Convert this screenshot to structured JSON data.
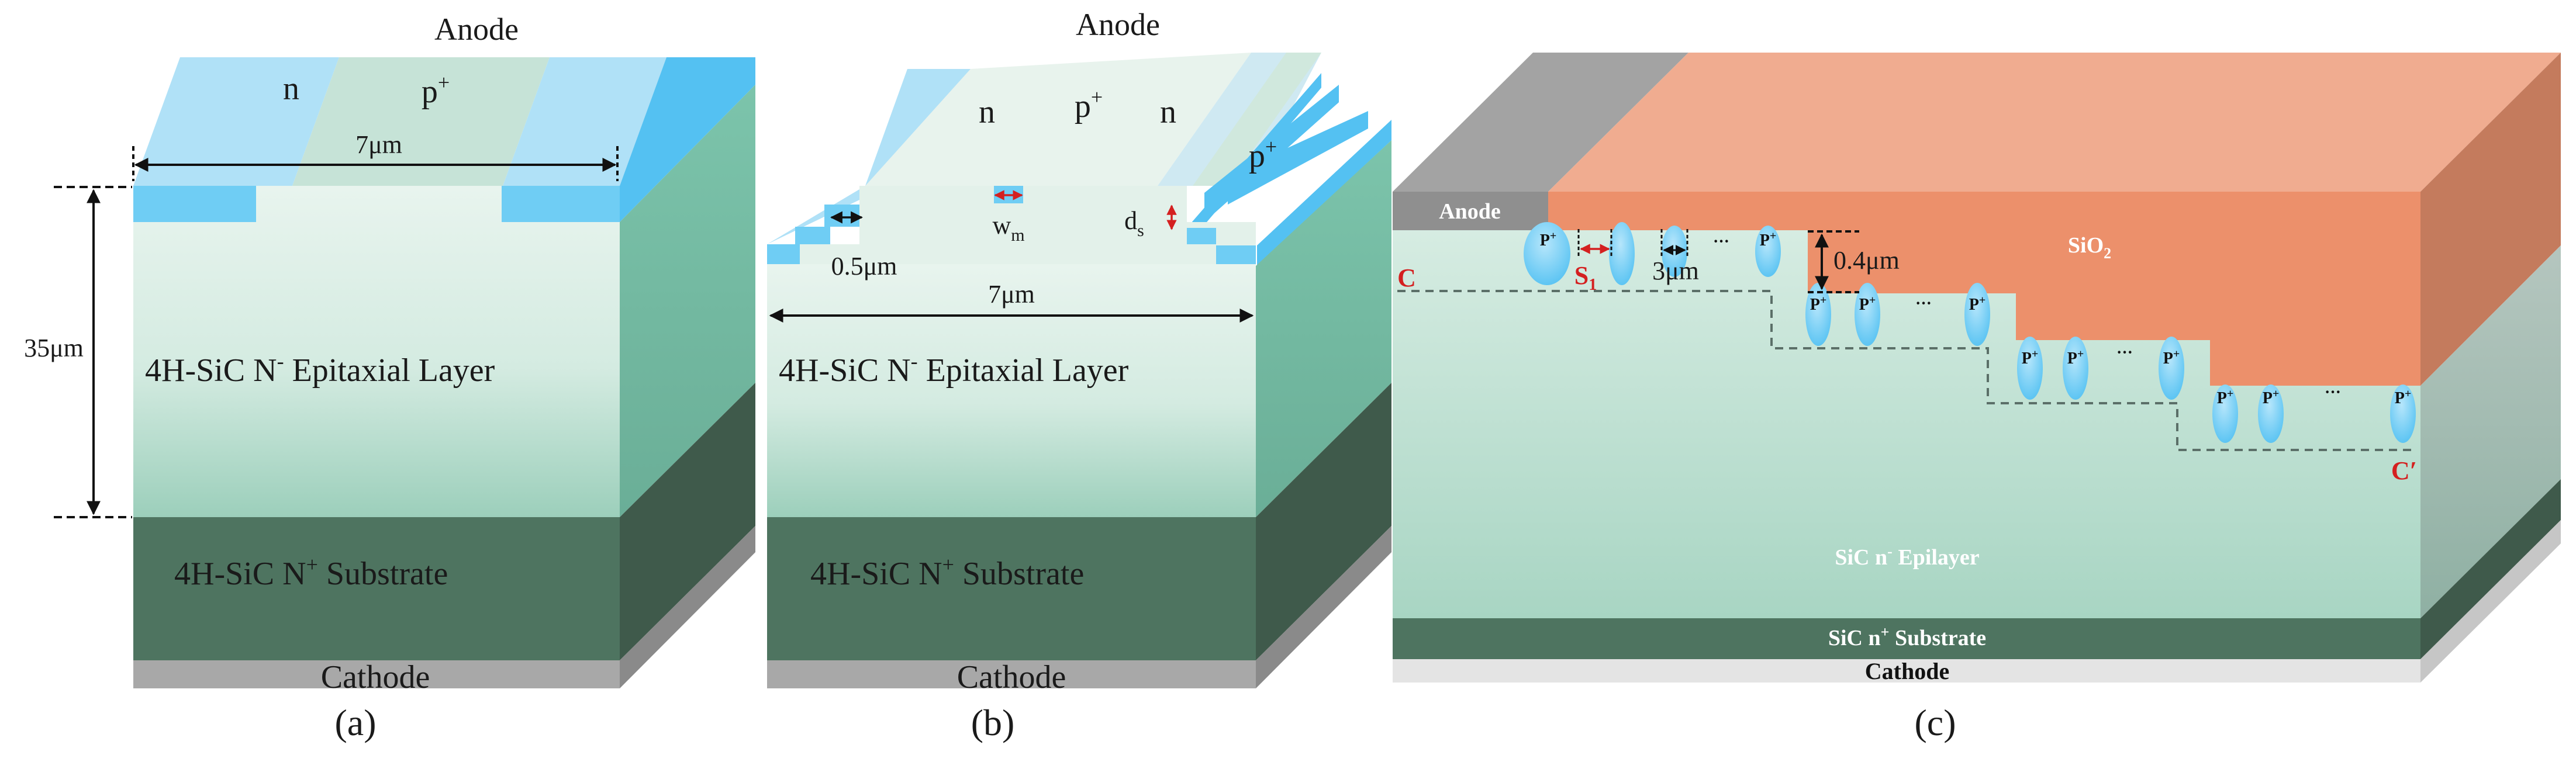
{
  "panel_a": {
    "anode": "Anode",
    "n_label": "n",
    "p_label": "p",
    "p_sup": "+",
    "width_label": "7μm",
    "thickness_label": "35μm",
    "epi_label_pre": "4H-SiC N",
    "epi_sup": "-",
    "epi_label_post": " Epitaxial Layer",
    "sub_label_pre": "4H-SiC N",
    "sub_sup": "+",
    "sub_label_post": " Substrate",
    "cathode": "Cathode",
    "caption": "(a)"
  },
  "panel_b": {
    "anode": "Anode",
    "n_left": "n",
    "p_mid": "p",
    "p_sup": "+",
    "n_right": "n",
    "p_right": "p",
    "step_label": "0.5μm",
    "wm_label": "w",
    "wm_sub": "m",
    "ds_label": "d",
    "ds_sub": "s",
    "width_label": "7μm",
    "epi_label_pre": "4H-SiC N",
    "epi_sup": "-",
    "epi_label_post": " Epitaxial Layer",
    "sub_label_pre": "4H-SiC N",
    "sub_sup": "+",
    "sub_label_post": " Substrate",
    "cathode": "Cathode",
    "caption": "(b)"
  },
  "panel_c": {
    "anode": "Anode",
    "oxide": "SiO",
    "oxide_sub": "2",
    "p_label": "P",
    "p_sup": "+",
    "dots": "···",
    "s1": "S",
    "s1_sub": "1",
    "spacing": "3μm",
    "depth": "0.4μm",
    "c_left": "C",
    "c_right": "C′",
    "epi": "SiC n",
    "epi_sup": "-",
    "epi_post": " Epilayer",
    "sub": "SiC n",
    "sub_sup": "+",
    "sub_post": " Substrate",
    "cathode": "Cathode",
    "caption": "(c)"
  },
  "colors": {
    "epi_top": "#e6f2ec",
    "epi_bottom": "#9fd0bd",
    "epi_side": "#72bda3",
    "substrate": "#4e7460",
    "substrate_side": "#3f5a4b",
    "cathode": "#a8a8a8",
    "n_region": "#b0e1f7",
    "p_region": "#c6e3d7",
    "blue_accent": "#54c1f2",
    "oxide_front": "#ec906b",
    "oxide_top": "#f0ac90",
    "oxide_side": "#c47b5d",
    "anode_metal": "#8f8f8f",
    "red": "#d42020"
  }
}
